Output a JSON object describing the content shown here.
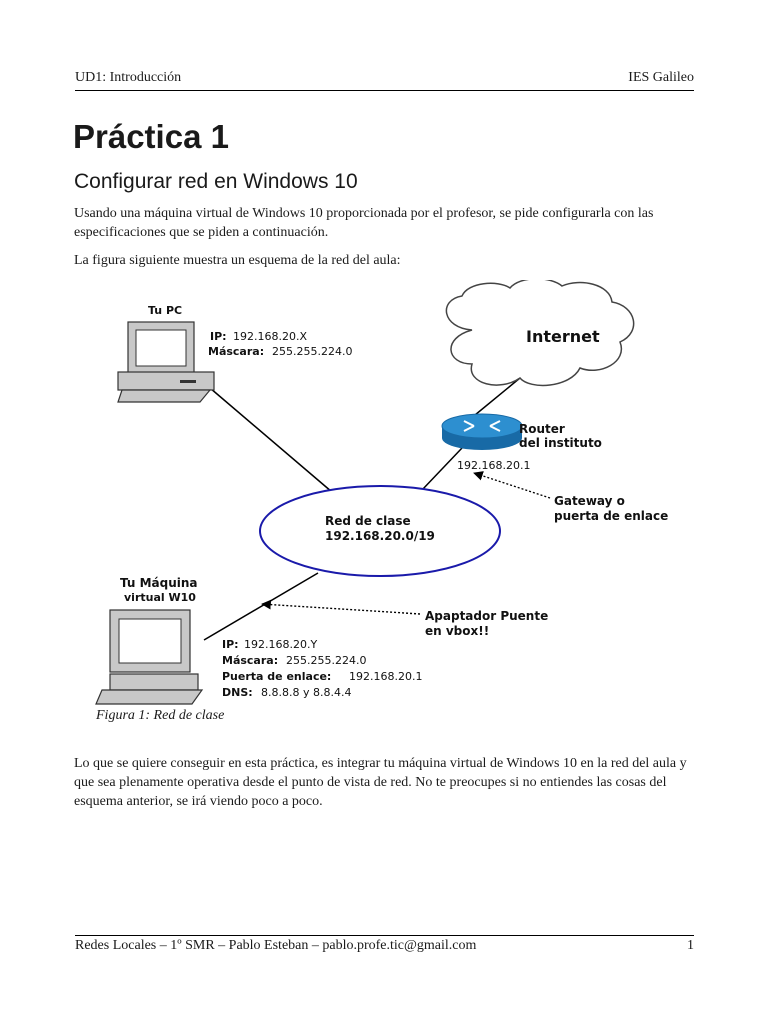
{
  "header": {
    "left": "UD1: Introducción",
    "right": "IES Galileo"
  },
  "title": "Práctica 1",
  "subtitle": "Configurar red en Windows 10",
  "paragraphs": {
    "intro": "Usando una máquina virtual de Windows 10 proporcionada por el profesor, se pide configurarla con las especificaciones que se piden a continuación.",
    "figure_intro": "La figura siguiente muestra un esquema de la red del aula:",
    "conclusion": "Lo que se quiere conseguir en esta práctica, es integrar tu máquina virtual de Windows 10 en la red del aula y que sea plenamente operativa desde el punto de vista de red. No te preocupes si no entiendes las cosas del esquema anterior, se irá viendo poco a poco."
  },
  "diagram": {
    "pc": {
      "title": "Tu PC",
      "ip_label": "IP:",
      "ip_value": "192.168.20.X",
      "mask_label": "Máscara:",
      "mask_value": "255.255.224.0"
    },
    "internet_label": "Internet",
    "router": {
      "line1": "Router",
      "line2": "del instituto",
      "ip": "192.168.20.1"
    },
    "gateway": {
      "line1": "Gateway o",
      "line2": "puerta de enlace"
    },
    "network": {
      "line1": "Red de clase",
      "line2": "192.168.20.0/19"
    },
    "vm": {
      "title1": "Tu Máquina",
      "title2": "virtual W10",
      "ip_label": "IP:",
      "ip_value": "192.168.20.Y",
      "mask_label": "Máscara:",
      "mask_value": "255.255.224.0",
      "gw_label": "Puerta de enlace:",
      "gw_value": "192.168.20.1",
      "dns_label": "DNS:",
      "dns_value": "8.8.8.8 y 8.8.4.4"
    },
    "bridge": {
      "line1": "Apaptador Puente",
      "line2": "en vbox!!"
    },
    "colors": {
      "ellipse": "#1a1aaa",
      "router": "#1e7fc0",
      "cloud_fill": "#ffffff"
    }
  },
  "caption": "Figura 1: Red de clase",
  "footer": {
    "left": "Redes Locales – 1º SMR – Pablo Esteban – pablo.profe.tic@gmail.com",
    "right": "1"
  }
}
